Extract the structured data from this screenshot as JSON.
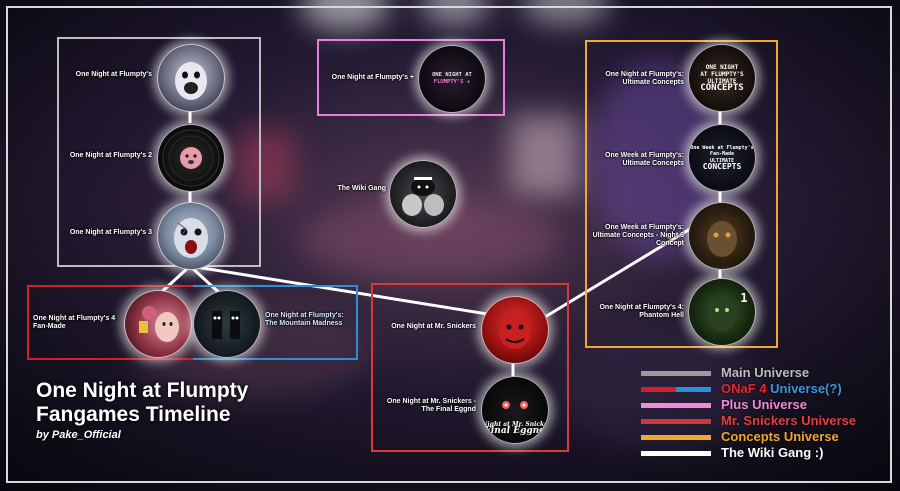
{
  "title_line1": "One Night at Flumpty",
  "title_line2": "Fangames Timeline",
  "byline": "by Pake_Official",
  "nodes": {
    "onaf1": "One Night at Flumpty's",
    "onaf2": "One Night at Flumpty's 2",
    "onaf3": "One Night at Flumpty's 3",
    "onaf_plus": "One Night at Flumpty's +",
    "wiki_gang": "The Wiki Gang",
    "onaf4_fan": "One Night at Flumpty's 4 Fan-Made",
    "mountain": "One Night at Flumpty's: The Mountain Madness",
    "snickers": "One Night at Mr. Snickers",
    "snickers_final": "One Night at Mr. Snickers - The Final Eggnd",
    "uc": "One Night at Flumpty's: Ultimate Concepts",
    "week_uc": "One Week at Flumpty's: Ultimate Concepts",
    "week_uc_n6": "One Week at Flumpty's: Ultimate Concepts - Night 6 Concept",
    "phantom": "One Night at Flumpty's 4: Phantom Hell"
  },
  "node_art": {
    "plus_line1": "ONE NIGHT AT",
    "plus_line2": "FLUMPTY'S +",
    "uc_line1": "ONE NIGHT",
    "uc_line2": "AT FLUMPTY'S",
    "uc_line3": "ULTIMATE",
    "uc_line4": "CONCEPTS",
    "week_line1": "One Week at Flumpty's",
    "week_line2": "Fan-Made",
    "week_line3": "ULTIMATE",
    "week_line4": "CONCEPTS",
    "final_line1": "Night at Mr. Snicke",
    "final_line2": "Final Eggnd",
    "phantom_num": "1"
  },
  "legend": [
    {
      "label": "Main Universe",
      "color": "#9a9a9a"
    },
    {
      "label_a": "ONaF 4",
      "label_b": "Universe(?)",
      "color_a": "#d0202a",
      "color_b": "#2a90d8"
    },
    {
      "label": "Plus Universe",
      "color": "#f08ad8"
    },
    {
      "label": "Mr. Snickers Universe",
      "color": "#d83a3a"
    },
    {
      "label": "Concepts Universe",
      "color": "#f0a830"
    },
    {
      "label": "The Wiki Gang :)",
      "color": "#ffffff"
    }
  ],
  "colors": {
    "main": "#bdbdbd",
    "onaf4": "#d0202a",
    "onaf4_universe": "#2a90d8",
    "plus": "#e880d8",
    "snickers": "#d83a3a",
    "concepts": "#f0a830",
    "wiki": "#ffffff"
  }
}
